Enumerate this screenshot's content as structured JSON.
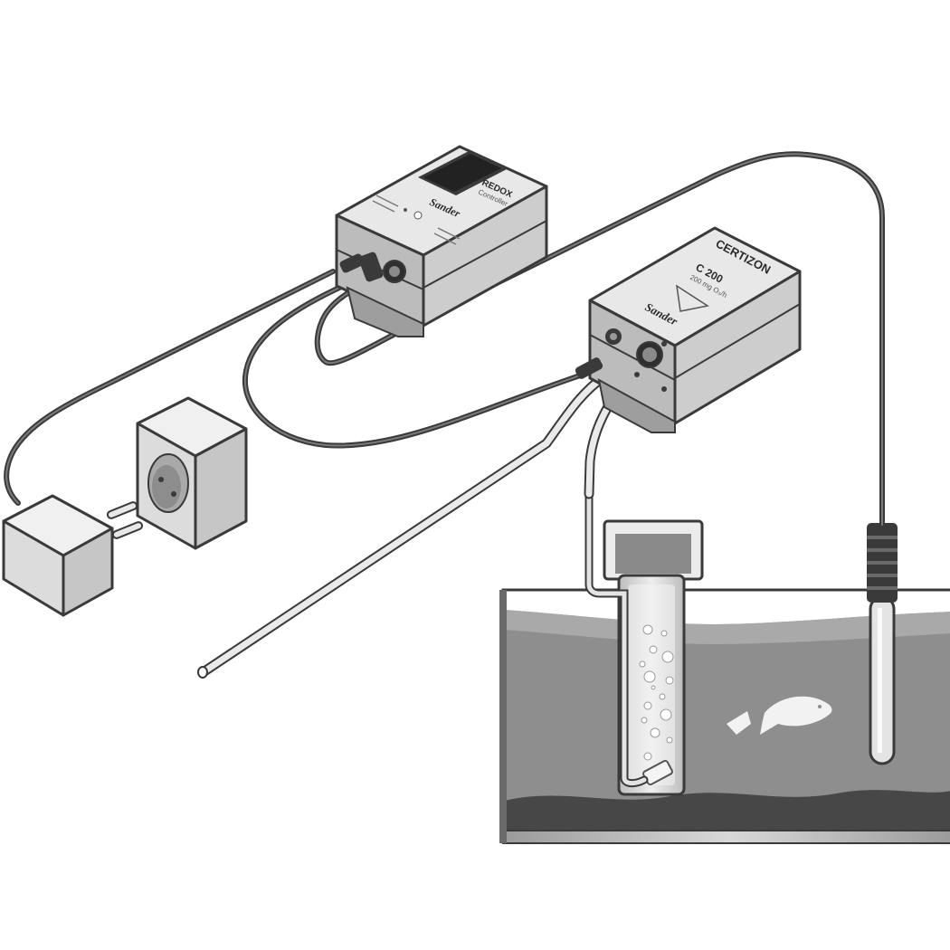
{
  "controller": {
    "brand_line1": "REDOX",
    "brand_line2": "Controller",
    "logo": "Sander"
  },
  "ozonizer": {
    "brand": "CERTIZON",
    "model": "C 200",
    "capacity": "200 mg O₃/h",
    "logo": "Sander"
  },
  "colors": {
    "device_top": "#e6e6e6",
    "device_side": "#cfcfcf",
    "device_front": "#b9b9b9",
    "water": "#8c8c8c",
    "water_surface": "#a8a8a8",
    "substrate": "#4a4a4a",
    "cable": "#4d4d4d",
    "tube": "#d9d9d9"
  }
}
